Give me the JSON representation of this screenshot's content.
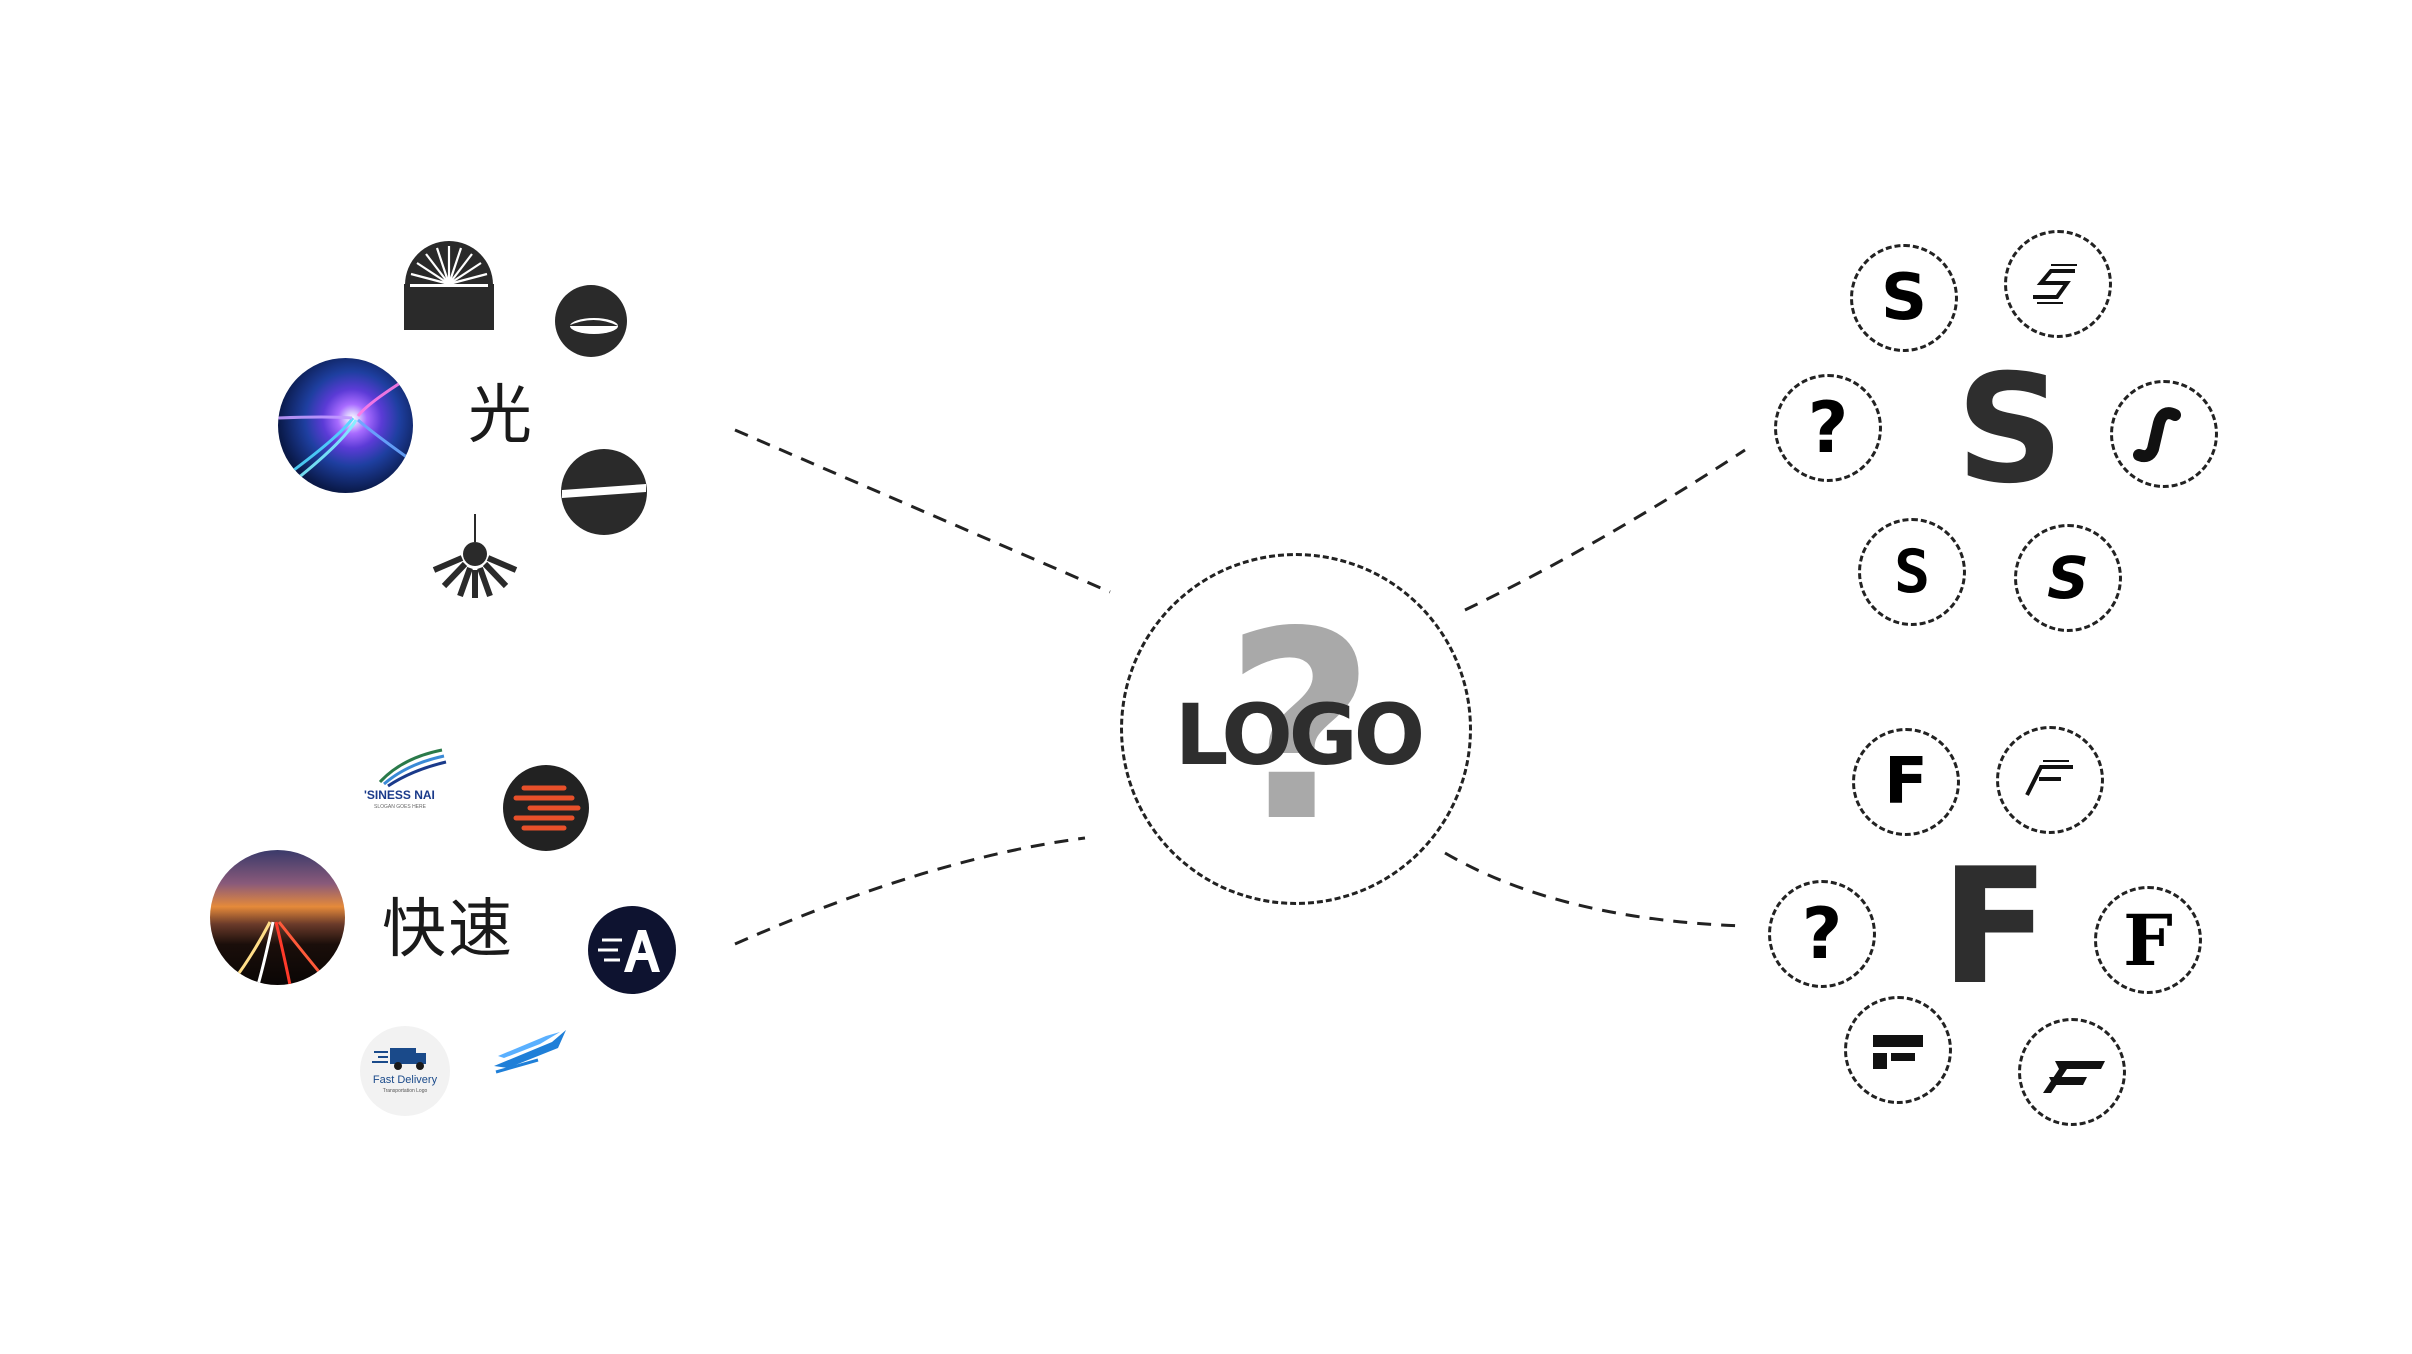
{
  "center": {
    "label": "LOGO",
    "question_mark": "?"
  },
  "concepts": {
    "light": {
      "keyword": "光"
    },
    "fast": {
      "keyword": "快速",
      "logo_texts": {
        "business_name": "'SINESS NAI",
        "business_tagline": "SLOGAN GOES HERE",
        "fast_delivery": "Fast Delivery",
        "fast_delivery_sub": "Transportation Logo"
      }
    }
  },
  "letters": {
    "s": {
      "main": "S",
      "variants": [
        "S",
        "?",
        "S",
        "S"
      ]
    },
    "f": {
      "main": "F",
      "variants": [
        "F",
        "?",
        "F"
      ]
    }
  },
  "colors": {
    "line": "#222222",
    "question": "#a9a9a9",
    "dark_glyph": "#2e2e2e"
  }
}
